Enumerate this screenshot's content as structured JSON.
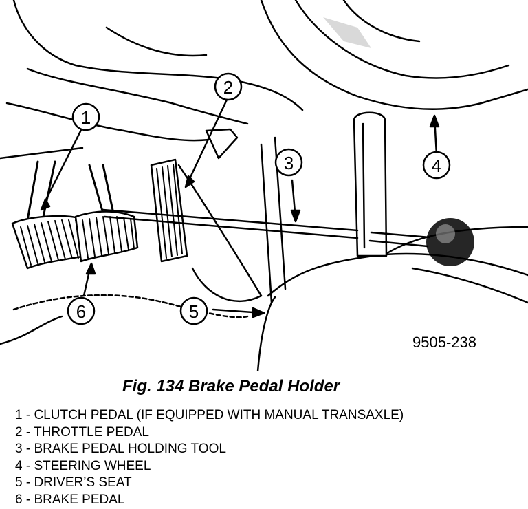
{
  "figure": {
    "code": "9505-238",
    "title": "Fig. 134 Brake Pedal Holder",
    "callouts": [
      "1",
      "2",
      "3",
      "4",
      "5",
      "6"
    ]
  },
  "legend": [
    "1 - CLUTCH PEDAL (IF EQUIPPED WITH MANUAL TRANSAXLE)",
    "2 - THROTTLE PEDAL",
    "3 - BRAKE PEDAL HOLDING TOOL",
    "4 - STEERING WHEEL",
    "5 - DRIVER’S SEAT",
    "6 - BRAKE PEDAL"
  ]
}
